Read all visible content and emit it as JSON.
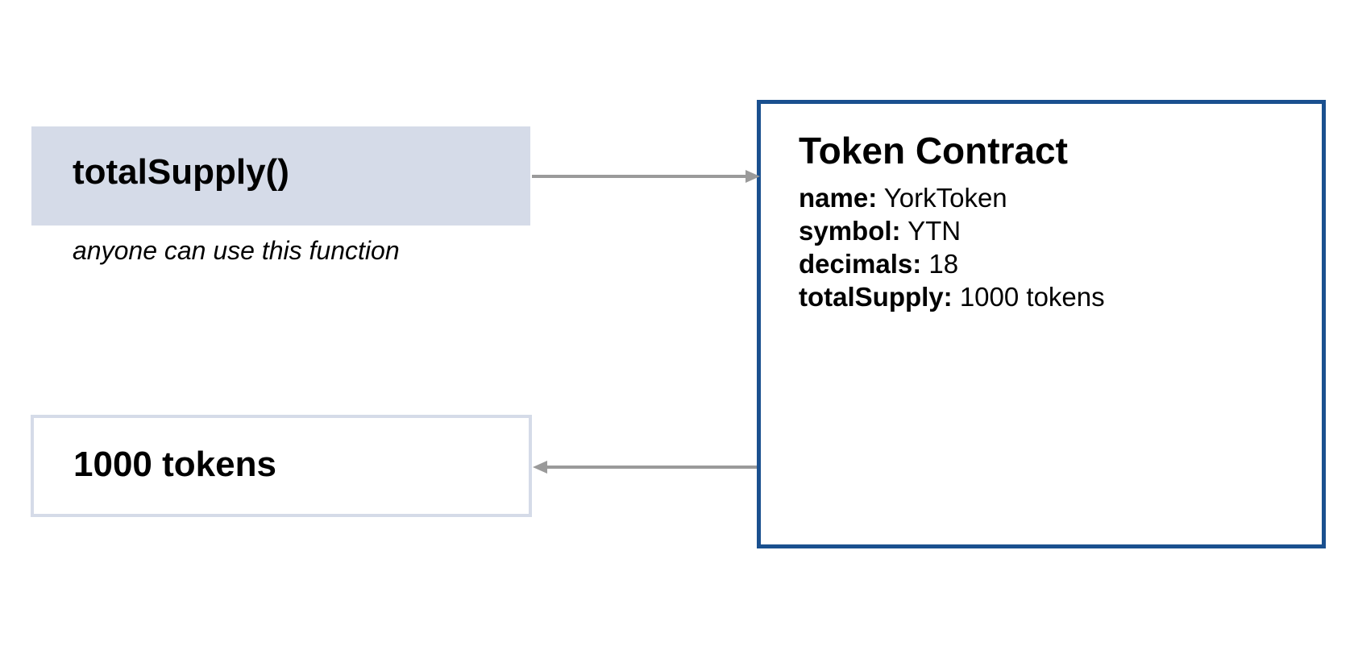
{
  "call": {
    "label": "totalSupply()",
    "note": "anyone can use this function"
  },
  "result": {
    "label": "1000 tokens"
  },
  "contract": {
    "title": "Token Contract",
    "fields": [
      {
        "key": "name:",
        "value": "YorkToken"
      },
      {
        "key": "symbol:",
        "value": "YTN"
      },
      {
        "key": "decimals:",
        "value": "18"
      },
      {
        "key": "totalSupply:",
        "value": "1000 tokens"
      }
    ]
  },
  "colors": {
    "call_fill": "#d5dbe8",
    "result_border": "#d5dbe8",
    "contract_border": "#1a508f",
    "arrow": "#9a9a9a"
  }
}
